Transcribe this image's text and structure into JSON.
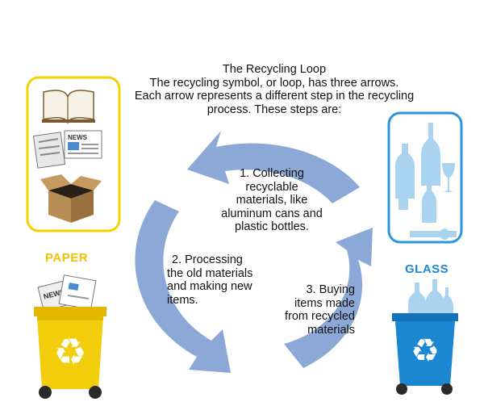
{
  "header": {
    "line1": "The Recycling Loop",
    "line2": "The recycling symbol, or loop, has three arrows.",
    "line3": "Each arrow represents a different step in the recycling",
    "line4": "process. These steps are:"
  },
  "steps": [
    {
      "l1": "1. Collecting",
      "l2": "recyclable",
      "l3": "materials, like",
      "l4": "aluminum cans and",
      "l5": "plastic bottles."
    },
    {
      "l1": "2. Processing",
      "l2": "the old materials",
      "l3": "and making new",
      "l4": "items."
    },
    {
      "l1": "3. Buying",
      "l2": "items made",
      "l3": "from recycled",
      "l4": "materials"
    }
  ],
  "bins": {
    "paper_label": "PAPER",
    "glass_label": "GLASS",
    "news_label": "NEWS"
  },
  "colors": {
    "arrow": "#8ca8d6",
    "paper_yellow": "#f2cd0b",
    "paper_frame": "#f5d100",
    "glass_blue": "#1b87d1",
    "glass_frame": "#2c94dd",
    "glass_item": "#a9d3ee"
  }
}
